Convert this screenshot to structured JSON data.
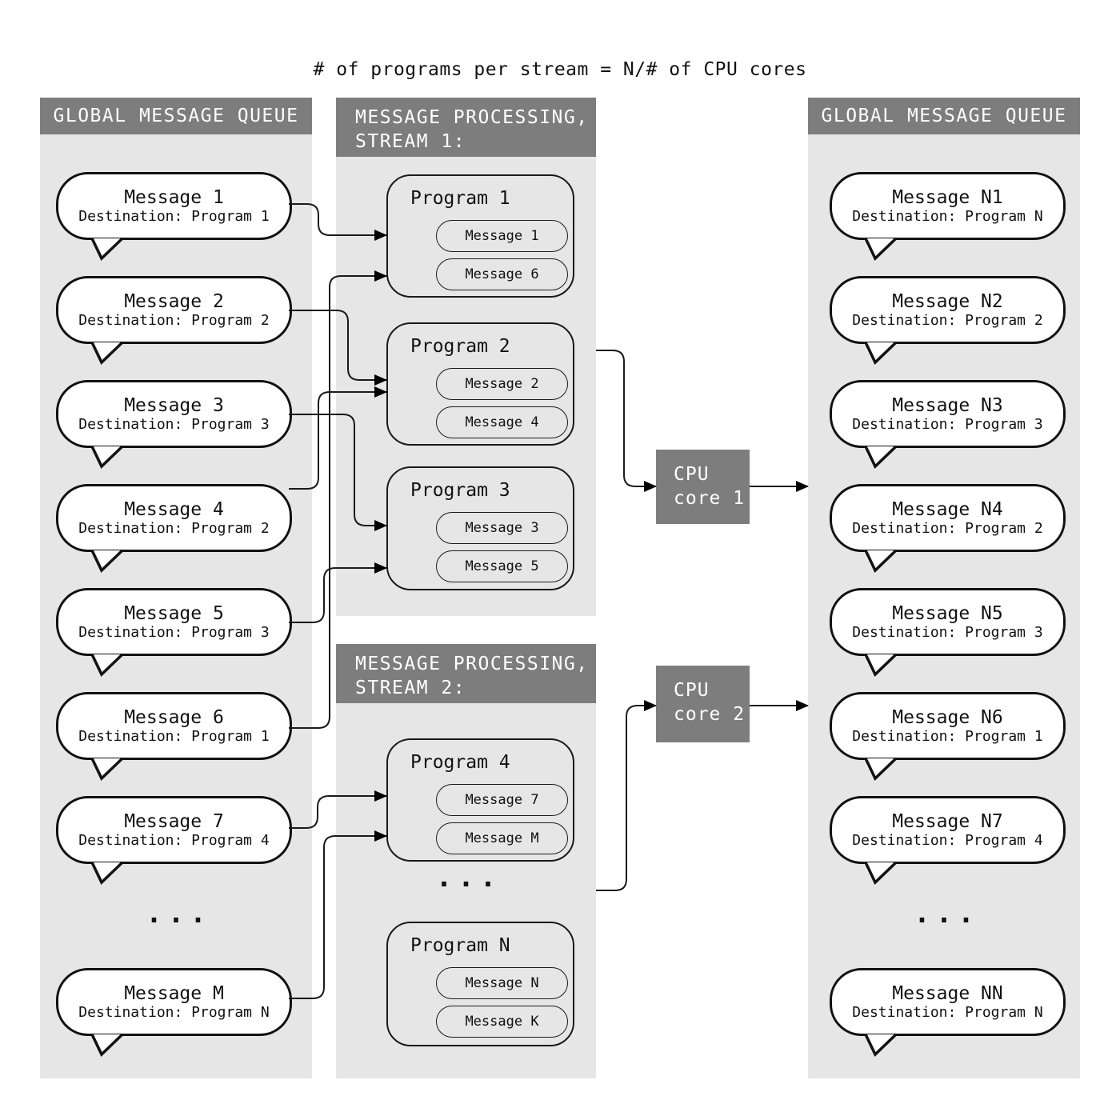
{
  "title": "# of programs per stream = N/# of CPU cores",
  "left_queue": {
    "header": "GLOBAL MESSAGE QUEUE",
    "items": [
      {
        "type": "message",
        "title": "Message 1",
        "destination": "Destination: Program 1"
      },
      {
        "type": "message",
        "title": "Message 2",
        "destination": "Destination: Program 2"
      },
      {
        "type": "message",
        "title": "Message 3",
        "destination": "Destination: Program 3"
      },
      {
        "type": "message",
        "title": "Message 4",
        "destination": "Destination: Program 2"
      },
      {
        "type": "message",
        "title": "Message 5",
        "destination": "Destination: Program 3"
      },
      {
        "type": "message",
        "title": "Message 6",
        "destination": "Destination: Program 1"
      },
      {
        "type": "message",
        "title": "Message 7",
        "destination": "Destination: Program 4"
      },
      {
        "type": "ellipsis",
        "label": "..."
      },
      {
        "type": "message",
        "title": "Message M",
        "destination": "Destination: Program N"
      }
    ]
  },
  "streams": [
    {
      "header_lines": [
        "MESSAGE PROCESSING,",
        "STREAM 1:"
      ],
      "items": [
        {
          "type": "program",
          "title": "Program 1",
          "messages": [
            "Message 1",
            "Message 6"
          ]
        },
        {
          "type": "program",
          "title": "Program 2",
          "messages": [
            "Message 2",
            "Message 4"
          ]
        },
        {
          "type": "program",
          "title": "Program 3",
          "messages": [
            "Message 3",
            "Message 5"
          ]
        }
      ]
    },
    {
      "header_lines": [
        "MESSAGE PROCESSING,",
        "STREAM 2:"
      ],
      "items": [
        {
          "type": "program",
          "title": "Program 4",
          "messages": [
            "Message 7",
            "Message M"
          ]
        },
        {
          "type": "ellipsis",
          "label": "..."
        },
        {
          "type": "program",
          "title": "Program N",
          "messages": [
            "Message N",
            "Message K"
          ]
        }
      ]
    }
  ],
  "cpu_cores": [
    {
      "lines": [
        "CPU",
        "core 1"
      ]
    },
    {
      "lines": [
        "CPU",
        "core 2"
      ]
    }
  ],
  "right_queue": {
    "header": "GLOBAL MESSAGE QUEUE",
    "items": [
      {
        "type": "message",
        "title": "Message N1",
        "destination": "Destination: Program N"
      },
      {
        "type": "message",
        "title": "Message N2",
        "destination": "Destination: Program 2"
      },
      {
        "type": "message",
        "title": "Message N3",
        "destination": "Destination: Program 3"
      },
      {
        "type": "message",
        "title": "Message N4",
        "destination": "Destination: Program 2"
      },
      {
        "type": "message",
        "title": "Message N5",
        "destination": "Destination: Program 3"
      },
      {
        "type": "message",
        "title": "Message N6",
        "destination": "Destination: Program 1"
      },
      {
        "type": "message",
        "title": "Message N7",
        "destination": "Destination: Program 4"
      },
      {
        "type": "ellipsis",
        "label": "..."
      },
      {
        "type": "message",
        "title": "Message NN",
        "destination": "Destination: Program N"
      }
    ]
  },
  "colors": {
    "header_bg": "#7d7d7d",
    "panel_bg": "#e6e6e6",
    "bubble_bg": "#ffffff",
    "border": "#111111",
    "wire": "#1a1a1a"
  }
}
